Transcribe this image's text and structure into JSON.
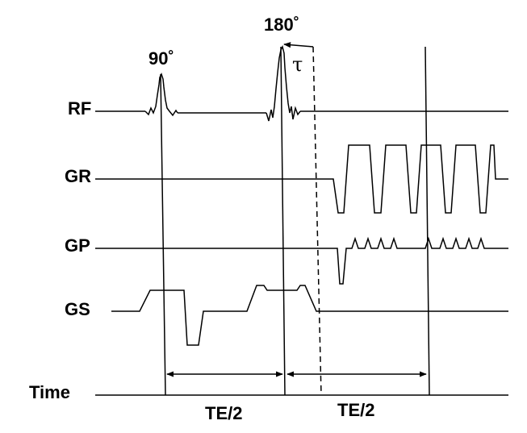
{
  "rows": {
    "rf": "RF",
    "gr": "GR",
    "gp": "GP",
    "gs": "GS",
    "time": "Time"
  },
  "pulses": {
    "first": "90˚",
    "second": "180˚"
  },
  "delay_symbol": "τ",
  "intervals": {
    "first": "TE/2",
    "second": "TE/2"
  },
  "colors": {
    "line": "#000000",
    "background": "#ffffff"
  }
}
